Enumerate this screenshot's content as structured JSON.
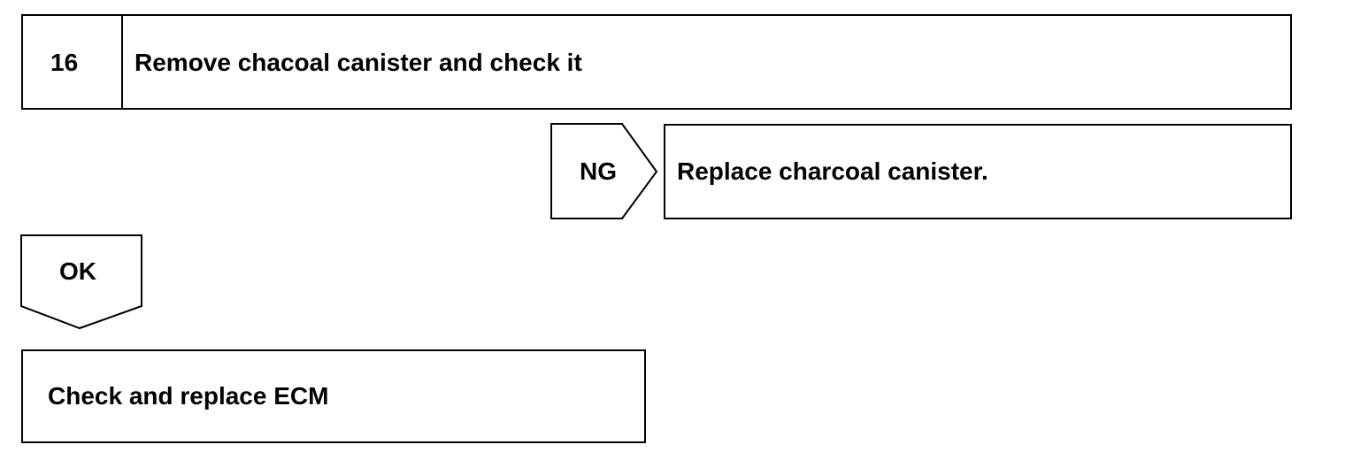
{
  "step": {
    "number": "16",
    "title": "Remove chacoal canister and check it"
  },
  "ng_branch": {
    "label": "NG",
    "action": "Replace charcoal canister."
  },
  "ok_branch": {
    "label": "OK",
    "action": "Check and replace ECM"
  }
}
